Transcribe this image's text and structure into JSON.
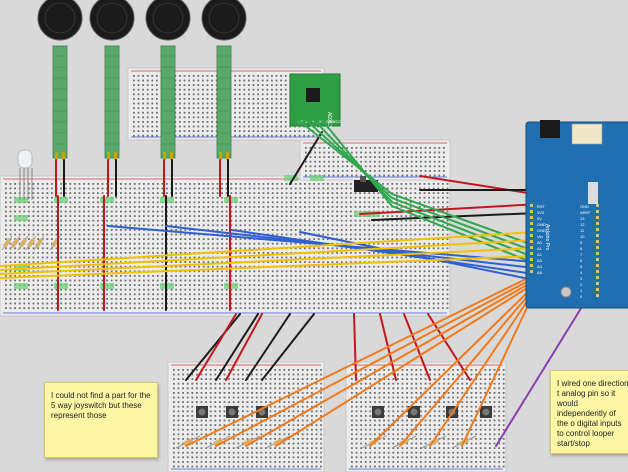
{
  "board": {
    "name": "Arduino Pro",
    "pin_labels": [
      "GND",
      "AREF",
      "13",
      "12",
      "11",
      "10",
      "9",
      "8",
      "7",
      "6",
      "5",
      "4",
      "3",
      "2",
      "1",
      "0"
    ],
    "left_pin_labels": [
      "RST",
      "3V3",
      "5V",
      "GND",
      "GND",
      "Vin",
      "A0",
      "A1",
      "A2",
      "A3",
      "A4",
      "A5"
    ]
  },
  "accelerometer": {
    "label": "ADXL3xx",
    "pin_labels": [
      "ST",
      "Z",
      "Y",
      "X",
      "GND",
      "VCC"
    ]
  },
  "notes": [
    {
      "text": "I could not find a part for  the 5 way joyswitch but these represent those"
    },
    {
      "text": "I wired one direction t analog  pin so it would independently of the o digital inputs to control looper start/stop"
    }
  ],
  "colors": {
    "wire_red": "#c4161c",
    "wire_black": "#1a1a1a",
    "wire_blue": "#2f5fd0",
    "wire_yellow": "#f2c200",
    "wire_green": "#2fa84f",
    "wire_orange": "#f07a1c",
    "wire_purple": "#8b3fb0",
    "sensor_strip": "#5aa86a",
    "arduino": "#1f6fb2",
    "breadboard": "#ececec",
    "note": "#fdf6a5"
  },
  "icons": [
    "force-sensor-icon",
    "rgb-led-icon",
    "slide-switch-icon",
    "push-button-icon",
    "resistor-icon",
    "dc-jack-icon"
  ]
}
